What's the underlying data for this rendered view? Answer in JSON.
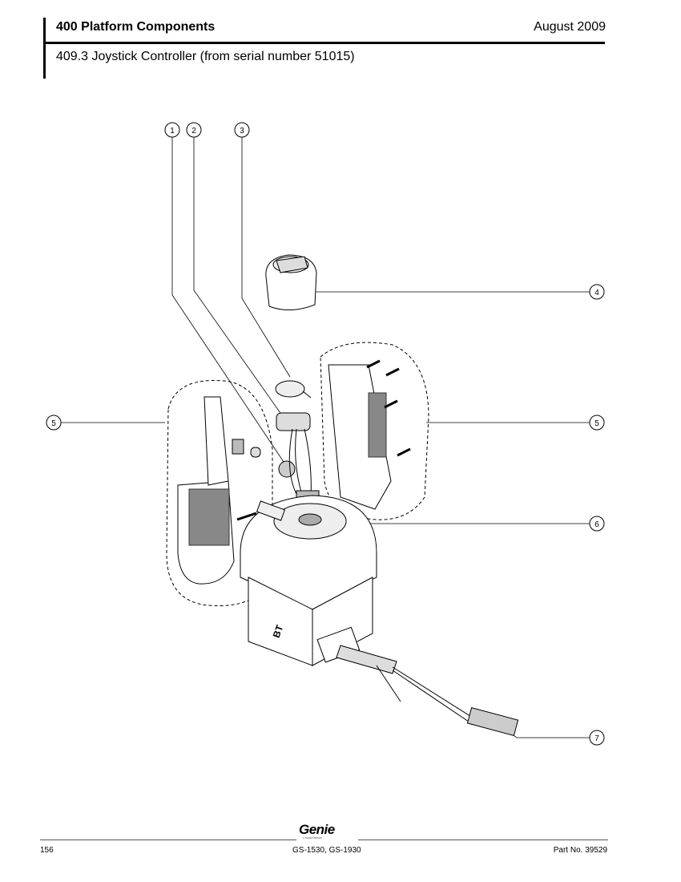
{
  "header": {
    "section": "400 Platform Components",
    "date": "August 2009",
    "subtitle": "409.3 Joystick Controller (from serial number 51015)"
  },
  "figure": {
    "callouts": [
      "1",
      "2",
      "3",
      "4",
      "5",
      "5",
      "6",
      "7"
    ]
  },
  "footer": {
    "logo": "Genie",
    "logo_tagline": "A TEREX BRAND",
    "page_number": "156",
    "models": "GS-1530, GS-1930",
    "part_number": "Part No. 39529"
  }
}
